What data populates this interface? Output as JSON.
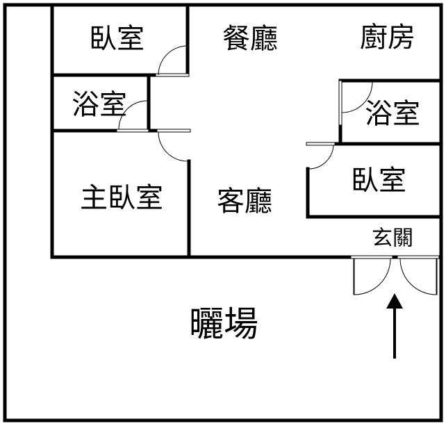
{
  "rooms": {
    "bedroom_1": "臥室",
    "dining": "餐廳",
    "kitchen": "廚房",
    "bathroom_1": "浴室",
    "bathroom_2": "浴室",
    "master_bedroom": "主臥室",
    "living_room": "客廳",
    "bedroom_2": "臥室",
    "entrance": "玄關",
    "yard": "曬場"
  }
}
